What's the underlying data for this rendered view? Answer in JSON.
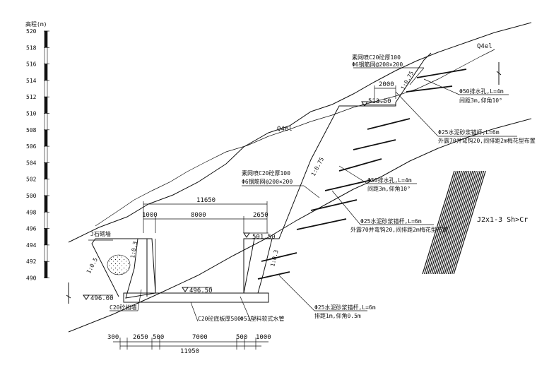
{
  "elevation_axis": {
    "title": "高程(m)",
    "ticks": [
      "520",
      "518",
      "516",
      "514",
      "512",
      "510",
      "508",
      "506",
      "504",
      "502",
      "500",
      "498",
      "496",
      "494",
      "492",
      "490"
    ]
  },
  "soil": {
    "top_layer": "Q4el",
    "mid_layer": "Q4el",
    "rock": "J2x1-3  Sh>Cr",
    "rock_symbol": "J"
  },
  "levels": {
    "top_berm": "513.50",
    "wall_top": "501.50",
    "ditch_bottom": "496.50",
    "left_ground": "496.00"
  },
  "slopes": {
    "upper": "1:0.75",
    "middle": "1:0.75",
    "lower": "1:0.3",
    "left_cut": "1:0.5",
    "left_wall": "1:0.3"
  },
  "dims_top": {
    "total": "11650",
    "left": "1000",
    "middle": "8000",
    "right": "2650",
    "berm": "2000"
  },
  "dims_bottom": {
    "a": "300",
    "b": "2650",
    "c": "500",
    "d": "7000",
    "e": "500",
    "f": "1000",
    "total": "11950"
  },
  "notes": {
    "lining_upper_1": "素网喷C20砼厚100",
    "lining_upper_2": "Φ6钢筋网@200×200",
    "drain_upper_1": "Φ50排水孔,L=4m",
    "drain_upper_2": "间距3m,仰角10°",
    "anchor_upper_1": "Φ25水泥砂浆锚杆,L=6m",
    "anchor_upper_2": "外露70并弯钩20,间排距2m梅花型布置",
    "lining_mid_1": "素网喷C20砼厚100",
    "lining_mid_2": "Φ6钢筋网@200×200",
    "drain_mid_1": "Φ50排水孔,L=4m",
    "drain_mid_2": "间距3m,仰角10°",
    "anchor_mid_1": "Φ25水泥砂浆锚杆,L=6m",
    "anchor_mid_2": "外露70并弯钩20,间排距2m梅花型布置",
    "block_wall": "J石砌墙",
    "c20_wall": "C20砼挡墙",
    "bottom_slab": "C20砼底板厚500",
    "drain_pipe": "Φ51塑料软式水管",
    "wall_anchor_1": "Φ25水泥砂浆锚杆,L=6m",
    "wall_anchor_2": "排距1m,仰角0.5m"
  }
}
